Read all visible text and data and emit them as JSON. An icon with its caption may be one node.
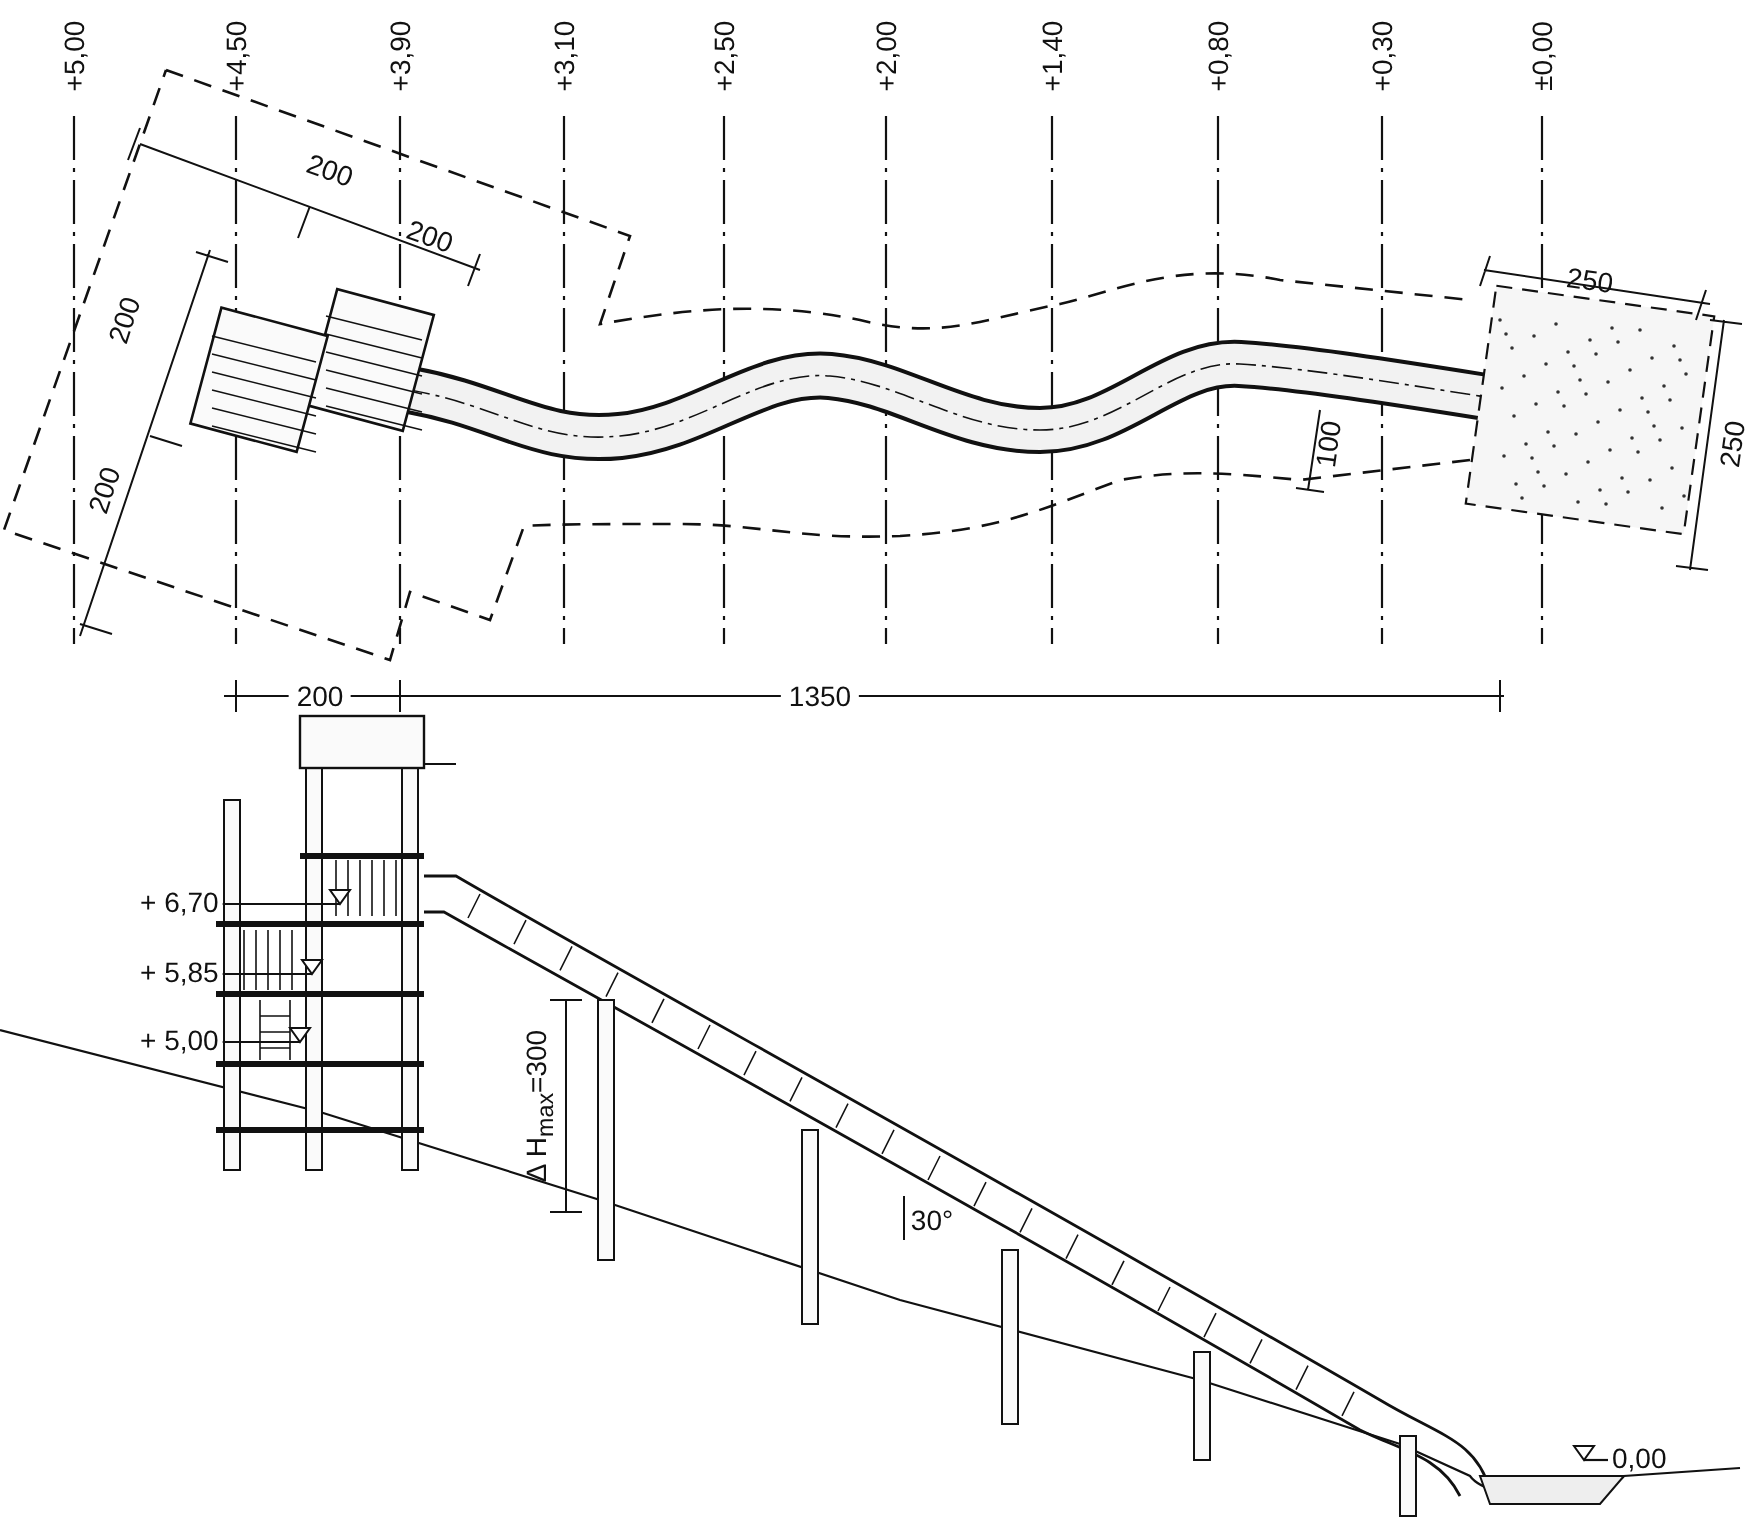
{
  "diagram": {
    "nodes": [
      {
        "text": [
          "+ 6,70"
        ]
      },
      {
        "text": [
          "+ 5,85"
        ]
      },
      {
        "text": [
          "+ 5,00"
        ]
      },
      {
        "text": [
          "0,00"
        ]
      }
    ],
    "edges": [
      {
        "from": 0,
        "to": null,
        "arrow": "other"
      },
      {
        "from": 1,
        "to": null,
        "arrow": "other"
      },
      {
        "from": 2,
        "to": null,
        "arrow": "other"
      },
      {
        "from": 3,
        "to": null,
        "arrow": "other"
      }
    ],
    "labels": [
      "+5,00",
      "+4,50",
      "+3,90",
      "+3,10",
      "+2,50",
      "+2,00",
      "+1,40",
      "+0,80",
      "+0,30",
      "±0,00",
      "200",
      "200",
      "200",
      "200",
      "100",
      "250",
      "250",
      "200",
      "1350",
      "Δ H$_{max}$=300",
      "30°"
    ]
  }
}
